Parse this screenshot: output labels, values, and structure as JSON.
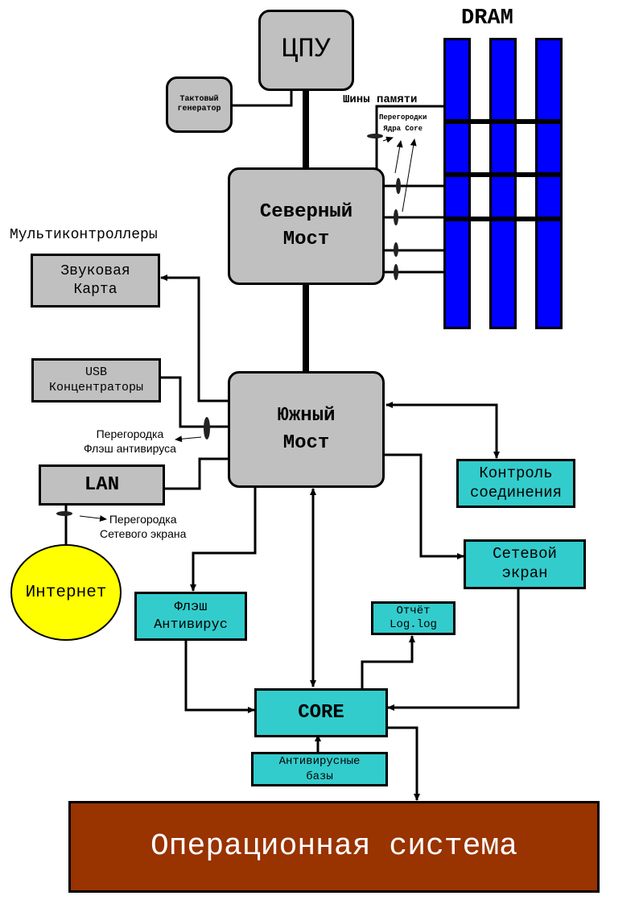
{
  "diagram": {
    "dram_title": "DRAM",
    "memory_bus_label": "Шины памяти",
    "core_partitions_label": [
      "Перегородки",
      "Ядра Core"
    ],
    "multicontrollers_label": "Мультиконтроллеры",
    "flash_partition_label": [
      "Перегородка",
      "Флэш антивируса"
    ],
    "firewall_partition_label": [
      "Перегородка",
      "Сетевого экрана"
    ],
    "nodes": {
      "cpu": "ЦПУ",
      "clock": [
        "Тактовый",
        "генератор"
      ],
      "north_bridge": [
        "Северный",
        "Мост"
      ],
      "south_bridge": [
        "Южный",
        "Мост"
      ],
      "sound_card": [
        "Звуковая",
        "Карта"
      ],
      "usb_hubs": [
        "USB",
        "Концентраторы"
      ],
      "lan": "LAN",
      "internet": "Интернет",
      "connection_control": [
        "Контроль",
        "соединения"
      ],
      "firewall": [
        "Сетевой",
        "экран"
      ],
      "flash_antivirus": [
        "Флэш",
        "Антивирус"
      ],
      "log_report": [
        "Отчёт",
        "Log.log"
      ],
      "core": "CORE",
      "antivirus_db": [
        "Антивирусные",
        "базы"
      ],
      "os": "Операционная система"
    },
    "colors": {
      "hardware": "#c0c0c0",
      "software": "#33cccc",
      "dram": "#0000ff",
      "internet": "#ffff00",
      "os": "#993300"
    }
  }
}
